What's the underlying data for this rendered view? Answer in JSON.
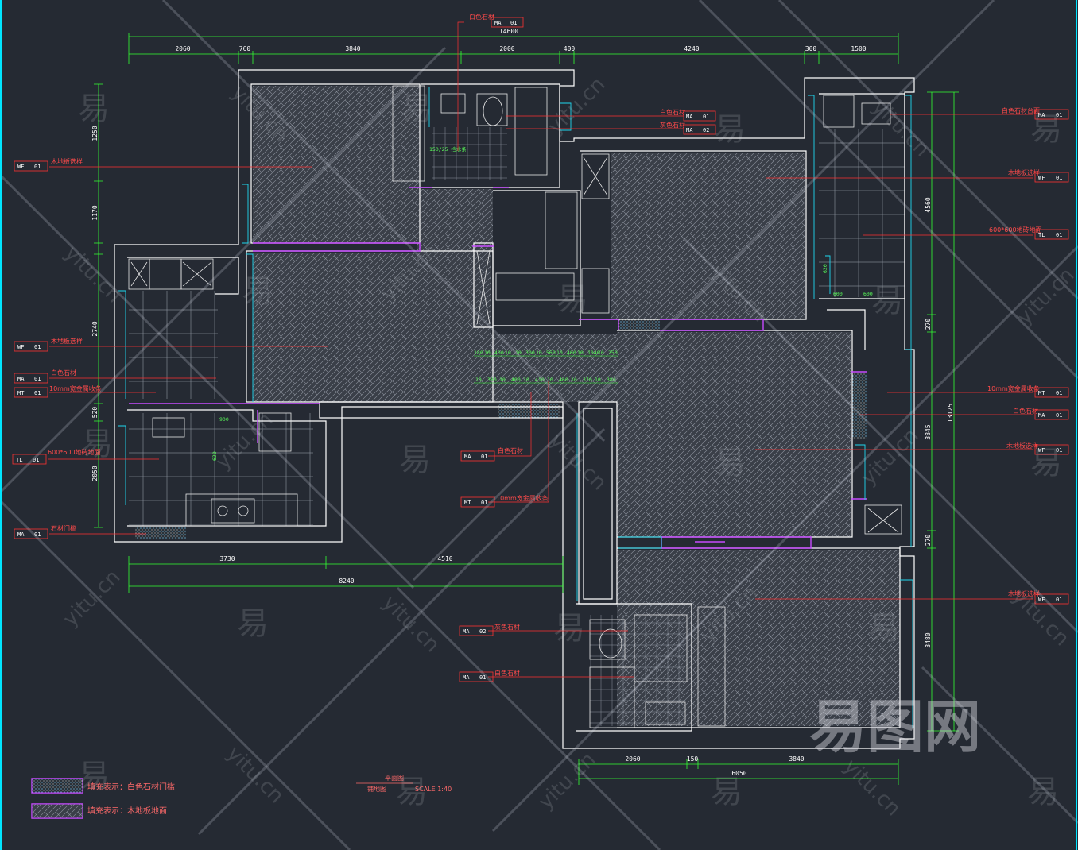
{
  "drawing": {
    "title": "平面图",
    "subtitle": "铺地图",
    "scale": "SCALE 1:40"
  },
  "dimensions": {
    "top_total": "14600",
    "top_segments": [
      "2060",
      "760",
      "3840",
      "2000",
      "400",
      "4240",
      "300",
      "1500"
    ],
    "left_segments": [
      "1250",
      "1170",
      "2740",
      "520",
      "2050"
    ],
    "right_total": "13125",
    "right_segments": [
      "4560",
      "270",
      "3845",
      "270",
      "3480"
    ],
    "mid_segments": [
      "3730",
      "4510"
    ],
    "mid_total": "8240",
    "bottom_segments": [
      "2060",
      "150",
      "3840"
    ],
    "bottom_total": "6050",
    "small_green_1": [
      "180",
      "10",
      "400",
      "10",
      "10",
      "300",
      "10",
      "560",
      "10",
      "400",
      "10",
      "1040",
      "10",
      "250"
    ],
    "small_green_2": [
      "10",
      "380",
      "10",
      "400",
      "10",
      "410",
      "10",
      "460",
      "10",
      "370",
      "10",
      "380"
    ],
    "kitchen_small": [
      "900",
      "620"
    ],
    "balcony_small": [
      "600",
      "600",
      "620"
    ]
  },
  "annotations": {
    "top": {
      "text": "白色石材",
      "code": "MA",
      "num": "01"
    },
    "bath1_a": {
      "text": "白色石材",
      "code": "MA",
      "num": "01"
    },
    "bath1_b": {
      "text": "灰色石材",
      "code": "MA",
      "num": "02"
    },
    "bath1_c": {
      "text": "150/25 挡水条"
    },
    "right_1": {
      "text": "白色石材台面",
      "code": "MA",
      "num": "01"
    },
    "right_2": {
      "text": "木地板选样",
      "code": "WF",
      "num": "01"
    },
    "right_3": {
      "text": "600*600地砖地面",
      "code": "TL",
      "num": "01"
    },
    "right_4": {
      "text": "10mm宽金属收条",
      "code": "MT",
      "num": "01"
    },
    "right_5": {
      "text": "白色石材",
      "code": "MA",
      "num": "01"
    },
    "right_6": {
      "text": "木地板选样",
      "code": "WF",
      "num": "01"
    },
    "right_7": {
      "text": "木地板选样",
      "code": "WF",
      "num": "01"
    },
    "left_1": {
      "text": "木地板选样",
      "code": "WF",
      "num": "01"
    },
    "left_2": {
      "text": "木地板选样",
      "code": "WF",
      "num": "01"
    },
    "left_3": {
      "text": "白色石材",
      "code": "MA",
      "num": "01"
    },
    "left_4": {
      "text": "10mm宽金属收条",
      "code": "MT",
      "num": "01"
    },
    "left_5": {
      "text": "600*600地砖地面",
      "code": "TL",
      "num": "01"
    },
    "left_6": {
      "text": "石材门槛",
      "code": "MA",
      "num": "01"
    },
    "center_1": {
      "text": "白色石材",
      "code": "MA",
      "num": "01"
    },
    "center_2": {
      "text": "10mm宽金属收条",
      "code": "MT",
      "num": "01"
    },
    "bath2_a": {
      "text": "灰色石材",
      "code": "MA",
      "num": "02"
    },
    "bath2_b": {
      "text": "白色石材",
      "code": "MA",
      "num": "01"
    }
  },
  "legend": [
    {
      "text": "填充表示：白色石材门槛"
    },
    {
      "text": "填充表示：木地板地面"
    }
  ],
  "watermark": {
    "char": "易",
    "site": "yitu.cn",
    "brand": "易图网"
  },
  "colors": {
    "background": "#252a33",
    "wall": "#ffffff",
    "hatch": "#9aa0aa",
    "cyan": "#00e5ff",
    "magenta": "#d04bff",
    "red": "#ff3a3a",
    "green": "#33ff33"
  }
}
